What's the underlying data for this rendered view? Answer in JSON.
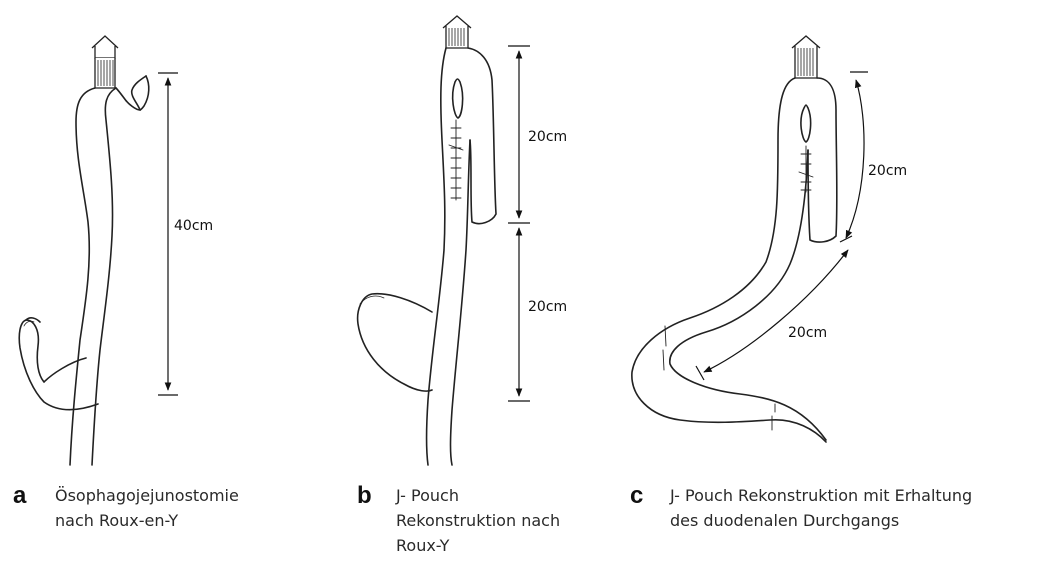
{
  "figure": {
    "panels": [
      {
        "id": "a",
        "letter": "a",
        "caption_lines": [
          "Ösophagojejunostomie",
          "nach Roux-en-Y"
        ],
        "measurements": [
          "40cm"
        ]
      },
      {
        "id": "b",
        "letter": "b",
        "caption_lines": [
          "J- Pouch",
          "Rekonstruktion nach",
          "Roux-Y"
        ],
        "measurements": [
          "20cm",
          "20cm"
        ]
      },
      {
        "id": "c",
        "letter": "c",
        "caption_lines": [
          "J- Pouch Rekonstruktion mit Erhaltung",
          "des duodenalen Durchgangs"
        ],
        "measurements": [
          "20cm",
          "20cm"
        ]
      }
    ]
  }
}
